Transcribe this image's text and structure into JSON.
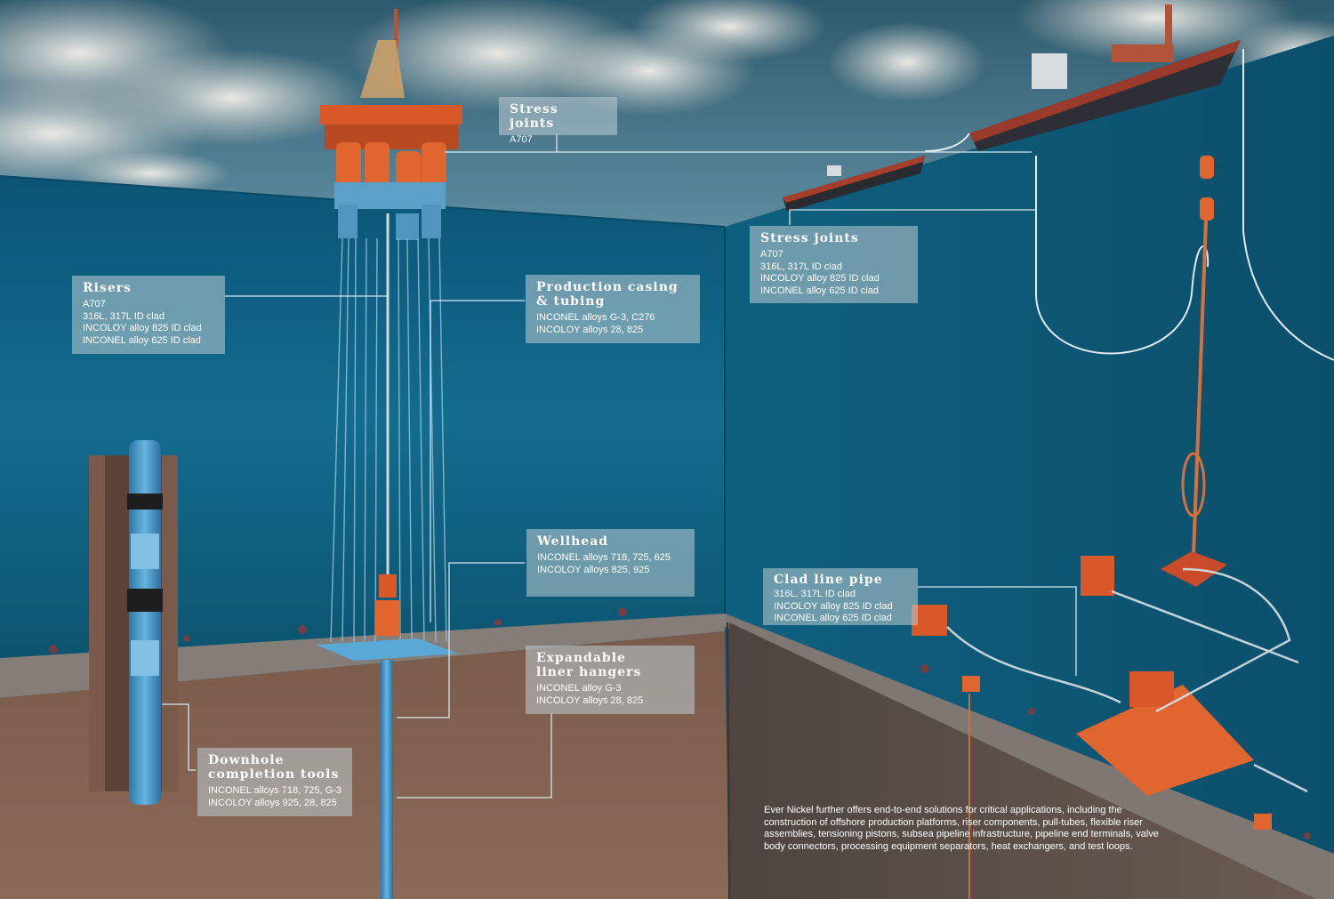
{
  "callouts": {
    "stress_joints_top": {
      "title": "Stress joints",
      "lines": [
        "A707"
      ]
    },
    "stress_joints_right": {
      "title": "Stress joints",
      "lines": [
        "A707",
        "316L, 317L ID clad",
        "INCOLOY alloy 825 ID clad",
        "INCONEL alloy 625 ID clad"
      ]
    },
    "risers": {
      "title": "Risers",
      "lines": [
        "A707",
        "316L, 317L ID clad",
        "INCOLOY alloy 825 ID clad",
        "INCONEL alloy 625 ID clad"
      ]
    },
    "production_casing": {
      "title": "Production casing\n& tubing",
      "lines": [
        "INCONEL alloys G-3, C276",
        "INCOLOY alloys 28, 825"
      ]
    },
    "wellhead": {
      "title": "Wellhead",
      "lines": [
        "INCONEL alloys 718, 725, 625",
        "INCOLOY alloys 825, 925"
      ]
    },
    "clad_line_pipe": {
      "title": "Clad line pipe",
      "lines": [
        "316L, 317L ID clad",
        "INCOLOY alloy 825 ID clad",
        "INCONEL alloy 625 ID clad"
      ]
    },
    "expandable_liner": {
      "title": "Expandable\nliner hangers",
      "lines": [
        "INCONEL alloy G-3",
        "INCOLOY alloys 28, 825"
      ]
    },
    "downhole_tools": {
      "title": "Downhole\ncompletion tools",
      "lines": [
        "INCONEL alloys 718, 725, G-3",
        "INCOLOY alloys 925, 28, 825"
      ]
    }
  },
  "footnote": "Ever Nickel further offers end-to-end solutions for critical applications, including the construction of offshore production platforms, riser components, pull-tubes, flexible riser assemblies, tensioning pistons, subsea pipeline infrastructure, pipeline end terminals, valve body connectors, processing equipment separators, heat exchangers, and test loops.",
  "colors": {
    "sky_top": "#3f6b80",
    "sky_cloud": "#e6e2dc",
    "sea": "#0f5f80",
    "seabed_grey": "#8c8680",
    "soil": "#8a6a58",
    "steel_blue": "#3f8fc0",
    "rust_orange": "#d9582a",
    "callout_bg": "#bccbd2",
    "leader_line": "#d8e6ee"
  }
}
